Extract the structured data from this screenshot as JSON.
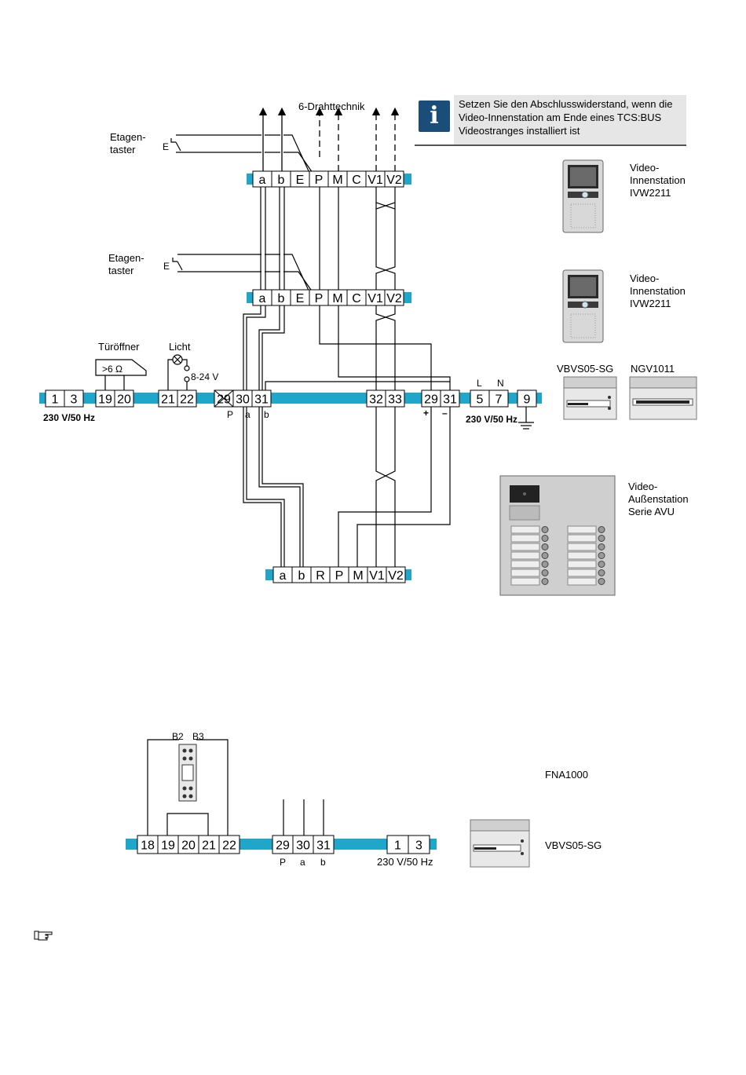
{
  "header": {
    "six_wire": "6-Drahttechnik"
  },
  "info": {
    "icon": "info-icon",
    "text": "Setzen Sie den Abschlusswiderstand, wenn die\nVideo-Innenstation am Ende eines TCS:BUS\nVideostranges installiert ist"
  },
  "etagentaster_1": {
    "line1": "Etagen-",
    "line2": "taster",
    "e": "E"
  },
  "etagentaster_2": {
    "line1": "Etagen-",
    "line2": "taster",
    "e": "E"
  },
  "strip_top": [
    "a",
    "b",
    "E",
    "P",
    "M",
    "C",
    "V1",
    "V2"
  ],
  "strip_mid": [
    "a",
    "b",
    "E",
    "P",
    "M",
    "C",
    "V1",
    "V2"
  ],
  "strip_bottom": [
    "a",
    "b",
    "R",
    "P",
    "M",
    "V1",
    "V2"
  ],
  "power_row": {
    "block_a": [
      "1",
      "3"
    ],
    "block_b": [
      "19",
      "20"
    ],
    "block_c": [
      "21",
      "22"
    ],
    "block_d": [
      "29",
      "30",
      "31"
    ],
    "block_e": [
      "32",
      "33"
    ],
    "block_f": [
      "29",
      "31"
    ],
    "block_g": [
      "5",
      "7"
    ],
    "block_h": [
      "9"
    ],
    "voltage_left": "230 V/50 Hz",
    "voltage_right": "230 V/50 Hz",
    "pab": [
      "P",
      "a",
      "b"
    ],
    "plus": "+",
    "minus": "–",
    "l": "L",
    "n": "N",
    "tueroeffner": "Türöffner",
    "ohm": ">6 Ω",
    "licht": "Licht",
    "volt_range": "8-24 V"
  },
  "devices": {
    "indoor1": {
      "line1": "Video-",
      "line2": "Innenstation",
      "line3": "IVW2211"
    },
    "indoor2": {
      "line1": "Video-",
      "line2": "Innenstation",
      "line3": "IVW2211"
    },
    "vbvs": "VBVS05-SG",
    "ngv": "NGV1011",
    "outdoor": {
      "line1": "Video-",
      "line2": "Außenstation",
      "line3": "Serie AVU"
    }
  },
  "second": {
    "b2": "B2",
    "b3": "B3",
    "block_a": [
      "18",
      "19",
      "20",
      "21",
      "22"
    ],
    "block_b": [
      "29",
      "30",
      "31"
    ],
    "block_c": [
      "1",
      "3"
    ],
    "pab": [
      "P",
      "a",
      "b"
    ],
    "voltage": "230 V/50 Hz",
    "fna": "FNA1000",
    "vbvs": "VBVS05-SG"
  },
  "note_icon": "pointing-hand-icon",
  "colors": {
    "bus": "#1fa6c8",
    "info_icon": "#1a4d78",
    "info_bg": "#e6e6e6"
  }
}
